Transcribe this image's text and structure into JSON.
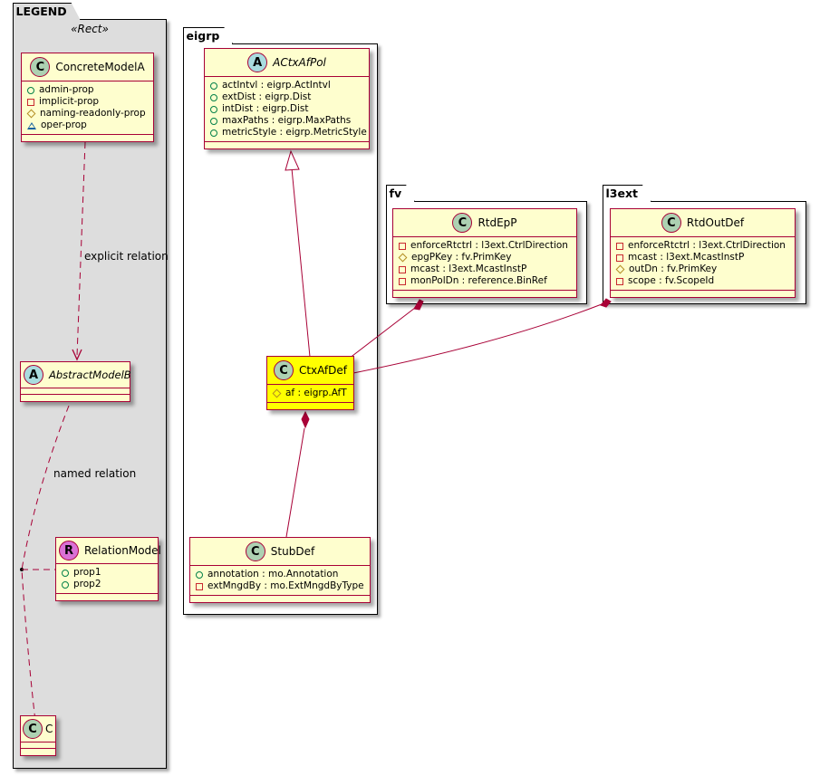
{
  "packages": {
    "legend": {
      "name": "LEGEND",
      "stereotype": "«Rect»"
    },
    "eigrp": {
      "name": "eigrp"
    },
    "fv": {
      "name": "fv"
    },
    "l3ext": {
      "name": "l3ext"
    }
  },
  "legend": {
    "concrete": {
      "badge": "C",
      "name": "ConcreteModelA",
      "attrs": [
        {
          "vis": "public",
          "text": "admin-prop"
        },
        {
          "vis": "private",
          "text": "implicit-prop"
        },
        {
          "vis": "protected",
          "text": "naming-readonly-prop"
        },
        {
          "vis": "package",
          "text": "oper-prop"
        }
      ]
    },
    "abstract": {
      "badge": "A",
      "name": "AbstractModelB"
    },
    "relation_model": {
      "badge": "R",
      "name": "RelationModel",
      "attrs": [
        {
          "vis": "public",
          "text": "prop1"
        },
        {
          "vis": "public",
          "text": "prop2"
        }
      ]
    },
    "c": {
      "badge": "C",
      "name": "C"
    },
    "explicit_label": "explicit relation",
    "named_label": "named relation"
  },
  "classes": {
    "actxafpol": {
      "badge": "A",
      "name": "ACtxAfPol",
      "attrs": [
        {
          "vis": "public",
          "text": "actIntvl : eigrp.ActIntvl"
        },
        {
          "vis": "public",
          "text": "extDist : eigrp.Dist"
        },
        {
          "vis": "public",
          "text": "intDist : eigrp.Dist"
        },
        {
          "vis": "public",
          "text": "maxPaths : eigrp.MaxPaths"
        },
        {
          "vis": "public",
          "text": "metricStyle : eigrp.MetricStyle"
        }
      ]
    },
    "ctxafdef": {
      "badge": "C",
      "name": "CtxAfDef",
      "highlight": "#ffff00",
      "attrs": [
        {
          "vis": "protected",
          "text": "af : eigrp.AfT"
        }
      ]
    },
    "stubdef": {
      "badge": "C",
      "name": "StubDef",
      "attrs": [
        {
          "vis": "public",
          "text": "annotation : mo.Annotation"
        },
        {
          "vis": "private",
          "text": "extMngdBy : mo.ExtMngdByType"
        }
      ]
    },
    "rtdepp": {
      "badge": "C",
      "name": "RtdEpP",
      "attrs": [
        {
          "vis": "private",
          "text": "enforceRtctrl : l3ext.CtrlDirection"
        },
        {
          "vis": "protected",
          "text": "epgPKey : fv.PrimKey"
        },
        {
          "vis": "private",
          "text": "mcast : l3ext.McastInstP"
        },
        {
          "vis": "private",
          "text": "monPolDn : reference.BinRef"
        }
      ]
    },
    "rtdoutdef": {
      "badge": "C",
      "name": "RtdOutDef",
      "attrs": [
        {
          "vis": "private",
          "text": "enforceRtctrl : l3ext.CtrlDirection"
        },
        {
          "vis": "private",
          "text": "mcast : l3ext.McastInstP"
        },
        {
          "vis": "protected",
          "text": "outDn : fv.PrimKey"
        },
        {
          "vis": "private",
          "text": "scope : fv.ScopeId"
        }
      ]
    }
  },
  "relations": [
    {
      "from": "CtxAfDef",
      "to": "ACtxAfPol",
      "type": "inheritance"
    },
    {
      "from": "RtdEpP",
      "to": "CtxAfDef",
      "type": "composition"
    },
    {
      "from": "RtdOutDef",
      "to": "CtxAfDef",
      "type": "composition"
    },
    {
      "from": "CtxAfDef",
      "to": "StubDef",
      "type": "composition"
    }
  ],
  "colors": {
    "border": "#a80036",
    "class_fill": "#fefece",
    "legend_fill": "#dddddd",
    "highlight": "#ffff00"
  }
}
